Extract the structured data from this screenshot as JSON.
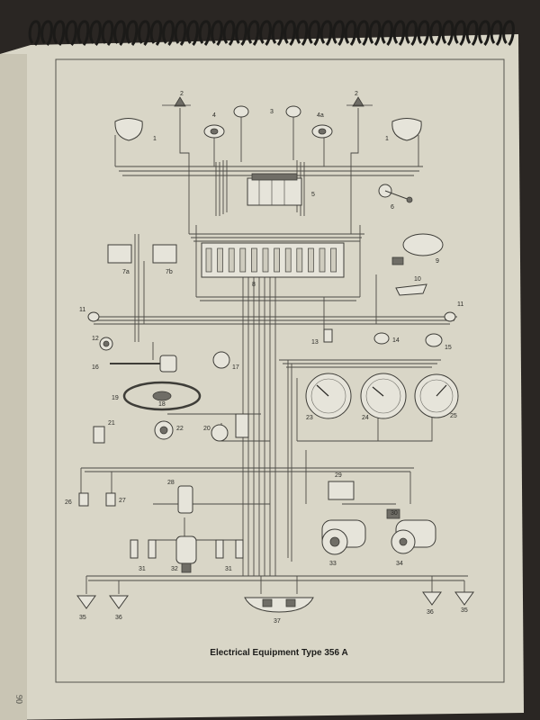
{
  "caption": "Electrical Equipment Type 356 A",
  "page_number": "90",
  "labels": {
    "l1a": "1",
    "l1b": "1",
    "l2a": "2",
    "l2b": "2",
    "l3": "3",
    "l4": "4",
    "l4a": "4a",
    "l5": "5",
    "l6": "6",
    "l7a": "7a",
    "l7b": "7b",
    "l8": "8",
    "l9": "9",
    "l10": "10",
    "l11a": "11",
    "l11b": "11",
    "l12": "12",
    "l13": "13",
    "l14": "14",
    "l15": "15",
    "l16": "16",
    "l17": "17",
    "l18": "18",
    "l19": "19",
    "l20": "20",
    "l21": "21",
    "l22": "22",
    "l23": "23",
    "l24": "24",
    "l25": "25",
    "l26": "26",
    "l27": "27",
    "l28": "28",
    "l29": "29",
    "l30": "30",
    "l31a": "31",
    "l31b": "31",
    "l32": "32",
    "l33": "33",
    "l34": "34",
    "l35a": "35",
    "l35b": "35",
    "l36a": "36",
    "l36b": "36",
    "l37": "37"
  }
}
